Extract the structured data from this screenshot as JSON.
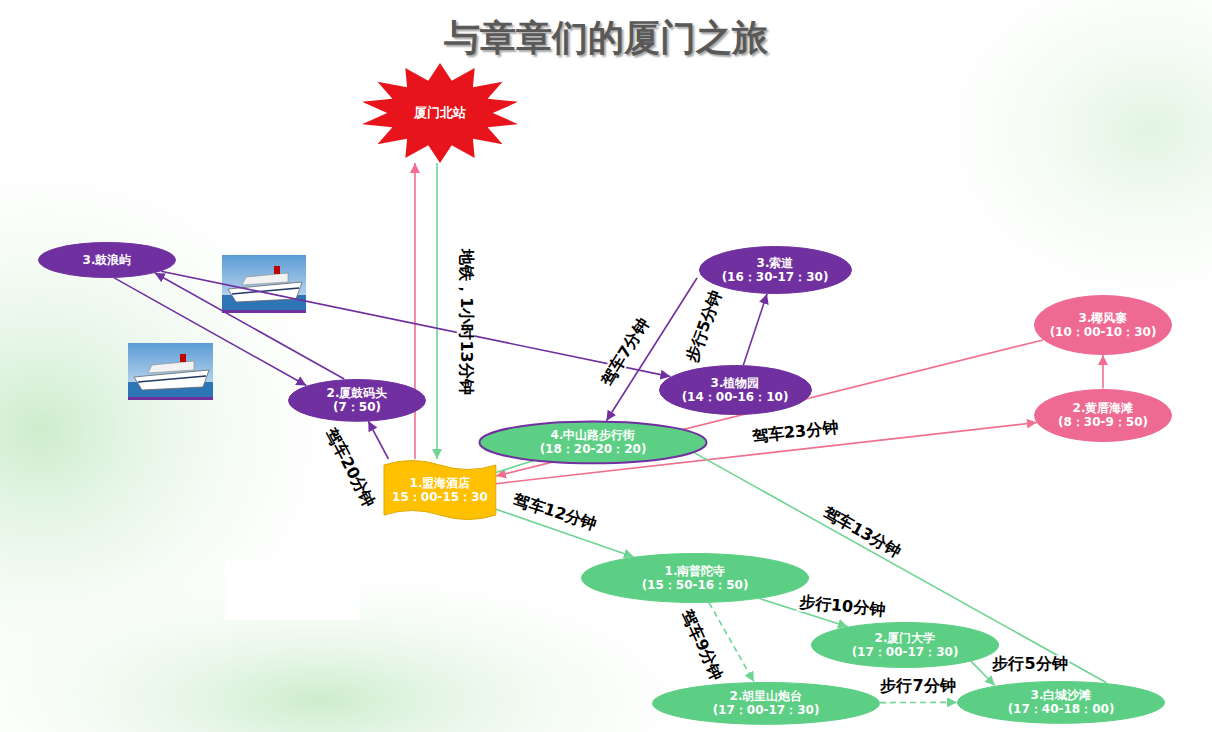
{
  "diagram": {
    "title": "与章章们的厦门之旅",
    "nodes": [
      {
        "text": [
          "厦门北站"
        ]
      },
      {
        "text": [
          "3.鼓浪屿"
        ]
      },
      {
        "text": [
          "3.索道",
          "(16：30-17：30)"
        ]
      },
      {
        "text": [
          "3.椰风寨",
          "(10：00-10：30)"
        ]
      },
      {
        "text": [
          "3.植物园",
          "(14：00-16：10)"
        ]
      },
      {
        "text": [
          "2.厦鼓码头",
          "(7：50)"
        ]
      },
      {
        "text": [
          "2.黄厝海滩",
          "(8：30-9：50)"
        ]
      },
      {
        "text": [
          "4.中山路步行街",
          "(18：20-20：20)"
        ]
      },
      {
        "text": [
          "1.盟海酒店",
          "15：00-15：30"
        ]
      },
      {
        "text": [
          "1.南普陀寺",
          "(15：50-16：50)"
        ]
      },
      {
        "text": [
          "2.厦门大学",
          "(17：00-17：30)"
        ]
      },
      {
        "text": [
          "2.胡里山炮台",
          "(17：00-17：30)"
        ]
      },
      {
        "text": [
          "3.白城沙滩",
          "(17：40-18：00)"
        ]
      }
    ],
    "edges": [
      {
        "from": 8,
        "to": 0,
        "arrow": "to"
      },
      {
        "from": 0,
        "to": 8,
        "label": "地铁，1小时13分钟",
        "arrow": "to"
      },
      {
        "from": 8,
        "to": 5,
        "label": "驾车20分钟",
        "arrow": "to"
      },
      {
        "from": 5,
        "to": 1,
        "arrow": "to"
      },
      {
        "from": 1,
        "to": 5,
        "arrow": "to"
      },
      {
        "from": 1,
        "to": 4,
        "arrow": "to"
      },
      {
        "from": 4,
        "to": 2,
        "label": "步行5分钟",
        "arrow": "to"
      },
      {
        "from": 2,
        "to": 7,
        "label": "驾车7分钟",
        "arrow": "to"
      },
      {
        "from": 8,
        "to": 6,
        "label": "驾车23分钟",
        "arrow": "to"
      },
      {
        "from": 6,
        "to": 3,
        "arrow": "to"
      },
      {
        "from": 3,
        "to": 8,
        "arrow": "to"
      },
      {
        "from": 8,
        "to": 9,
        "label": "驾车12分钟",
        "arrow": "to"
      },
      {
        "from": 9,
        "to": 10,
        "label": "步行10分钟",
        "arrow": "to"
      },
      {
        "from": 9,
        "to": 11,
        "label": "驾车9分钟",
        "arrow": "to"
      },
      {
        "from": 11,
        "to": 12,
        "label": "步行7分钟",
        "arrow": "to"
      },
      {
        "from": 10,
        "to": 12,
        "label": "步行5分钟",
        "arrow": "to"
      },
      {
        "from": 12,
        "to": 7,
        "label": "驾车13分钟",
        "arrow": "none"
      },
      {
        "from": 7,
        "to": 8,
        "arrow": "none"
      }
    ]
  }
}
